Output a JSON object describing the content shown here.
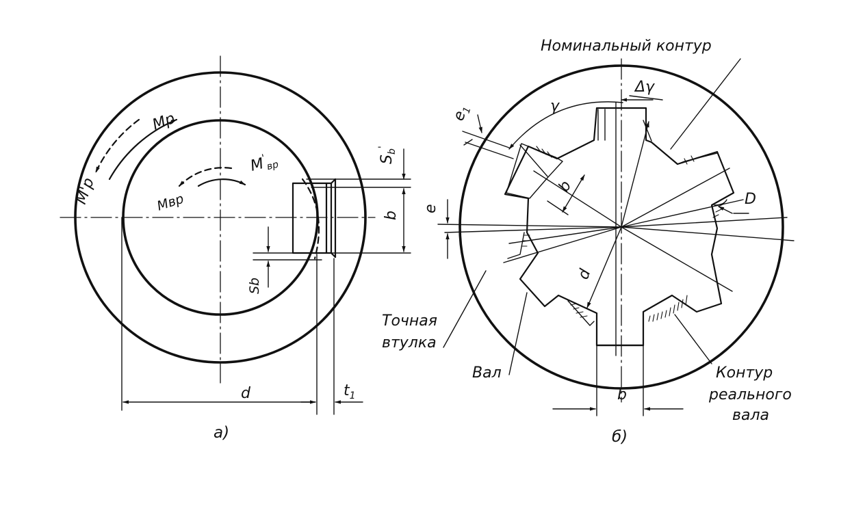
{
  "labels": {
    "mp": "Mp",
    "mp_prime": "M'p",
    "mvr": "Mвр",
    "mvr_prime_main": "M",
    "mvr_prime_sup": "'",
    "mvr_prime_sub": "вр",
    "sb_prime_main": "S",
    "sb_prime_sub": "b",
    "sb_prime_sup": "'",
    "sb": "Sb",
    "b_left": "b",
    "d_left": "d",
    "t1_main": "t",
    "t1_sub": "1",
    "fig_a": "а)",
    "nominal_contour": "Номинальный контур",
    "delta_gamma": "Δγ",
    "gamma": "γ",
    "e1_main": "e",
    "e1_sub": "1",
    "b_diag": "b",
    "e": "e",
    "D": "D",
    "d_right": "d",
    "accurate_bushing_line1": "Точная",
    "accurate_bushing_line2": "втулка",
    "shaft": "Вал",
    "real_shaft_line1": "Контур",
    "real_shaft_line2": "реального",
    "real_shaft_line3": "вала",
    "b_bottom": "b",
    "fig_b": "б)"
  }
}
